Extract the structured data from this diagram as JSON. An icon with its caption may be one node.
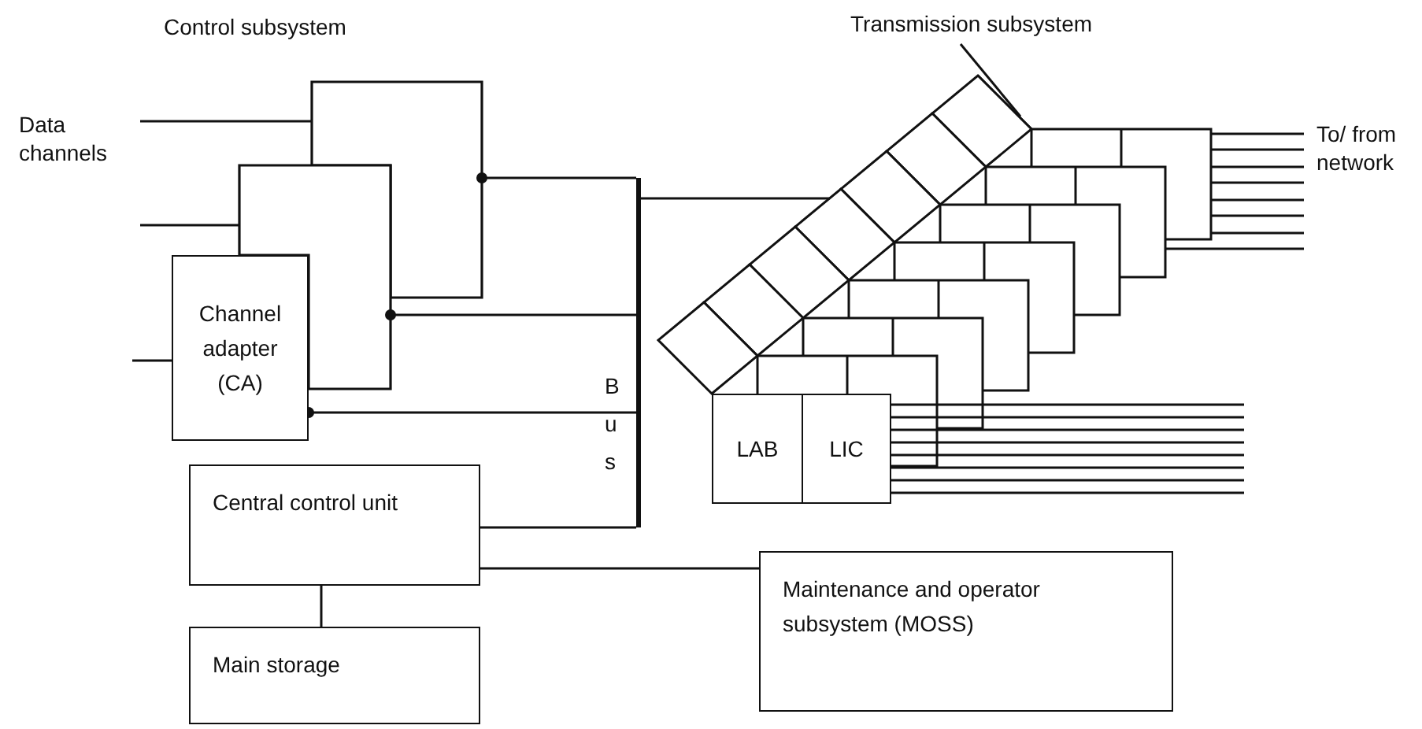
{
  "diagram": {
    "nodes": [
      {
        "text": [
          "Transmission subsystem"
        ]
      },
      {
        "text": [],
        "shape": "box"
      },
      {
        "text": [],
        "shape": "box"
      },
      {
        "text": [
          "Channel adapter (CA)"
        ]
      },
      {
        "text": [],
        "shape": "bar",
        "beside": [
          "Bus"
        ]
      },
      {
        "text": [],
        "shape": "picture"
      },
      {
        "text": [
          "LAB"
        ]
      },
      {
        "text": [
          "LIC"
        ]
      },
      {
        "text": [
          "Central control unit"
        ]
      },
      {
        "text": [
          "Main storage"
        ]
      },
      {
        "text": [
          "Maintenance and operator subsystem (MOSS)"
        ]
      },
      {
        "text": [
          "To/ from network"
        ]
      }
    ],
    "edges": [
      {
        "from": null,
        "to": 1,
        "arrow": "none"
      },
      {
        "from": null,
        "to": 2,
        "arrow": "none"
      },
      {
        "from": null,
        "to": 3,
        "arrow": "none"
      },
      {
        "from": 1,
        "to": 4,
        "arrow": "other"
      },
      {
        "from": 2,
        "to": 4,
        "arrow": "other"
      },
      {
        "from": 3,
        "to": 4,
        "arrow": "other"
      },
      {
        "from": 4,
        "to": 5,
        "arrow": "none"
      },
      {
        "from": 8,
        "to": 4,
        "arrow": "none"
      },
      {
        "from": 8,
        "to": 9,
        "arrow": "none"
      },
      {
        "from": 8,
        "to": 10,
        "arrow": "none"
      },
      {
        "from": 7,
        "to": null,
        "arrow": "none"
      },
      {
        "from": 5,
        "to": 11,
        "arrow": "none"
      },
      {
        "from": 0,
        "to": 5,
        "arrow": "none"
      }
    ],
    "labels": [
      "Control subsystem",
      "Data channels"
    ]
  }
}
